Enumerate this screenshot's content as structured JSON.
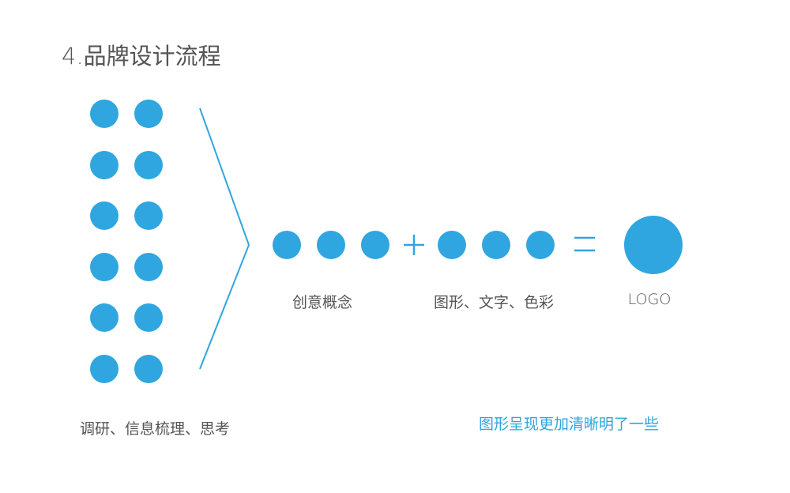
{
  "title": "4.品牌设计流程",
  "labels": {
    "research": "调研、信息梳理、思考",
    "concept": "创意概念",
    "elements": "图形、文字、色彩",
    "logo": "LOGO",
    "note": "图形呈现更加清晰明了一些"
  },
  "colors": {
    "accent": "#2fa6df",
    "text": "#555555"
  }
}
